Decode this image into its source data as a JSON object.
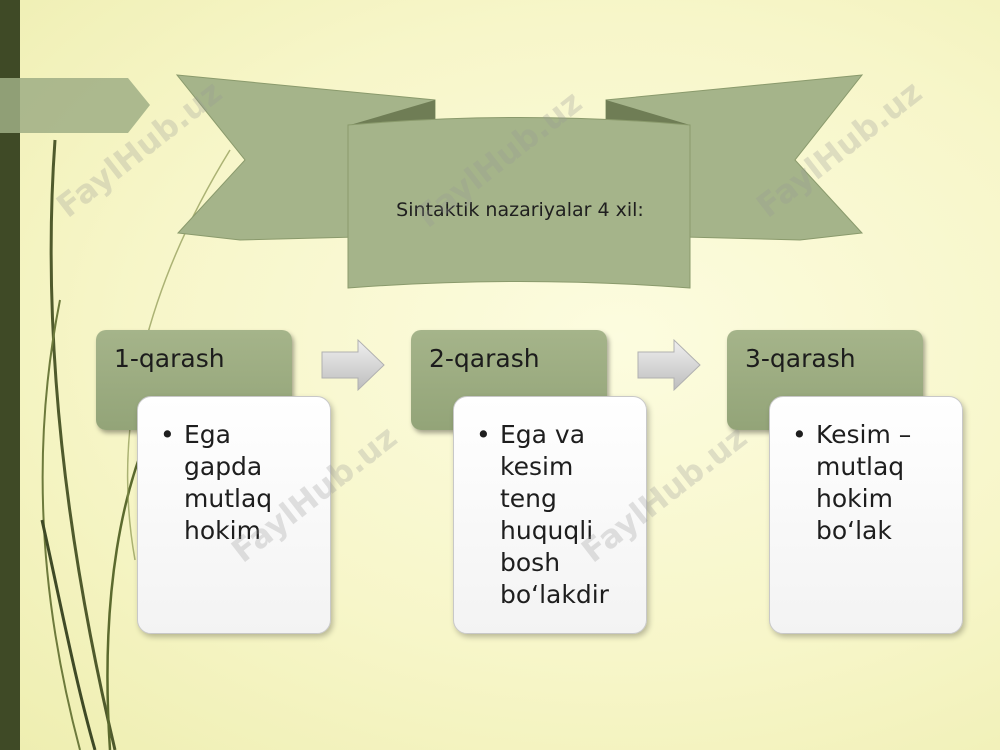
{
  "banner": {
    "title": "Sintaktik nazariyalar 4 xil:"
  },
  "views": [
    {
      "label": "1-qarash",
      "bullet": "Ega gapda mutlaq hokim"
    },
    {
      "label": "2-qarash",
      "bullet": "Ega va kesim teng huquqli bosh bo‘lakdir"
    },
    {
      "label": "3-qarash",
      "bullet": "Kesim – mutlaq hokim bo‘lak"
    }
  ],
  "watermark": "FaylHub.uz",
  "colors": {
    "box_fill": "#9cab82",
    "banner_fill": "#a5b48a",
    "background": "#f9f8d2",
    "left_bar": "#3f4a26"
  }
}
